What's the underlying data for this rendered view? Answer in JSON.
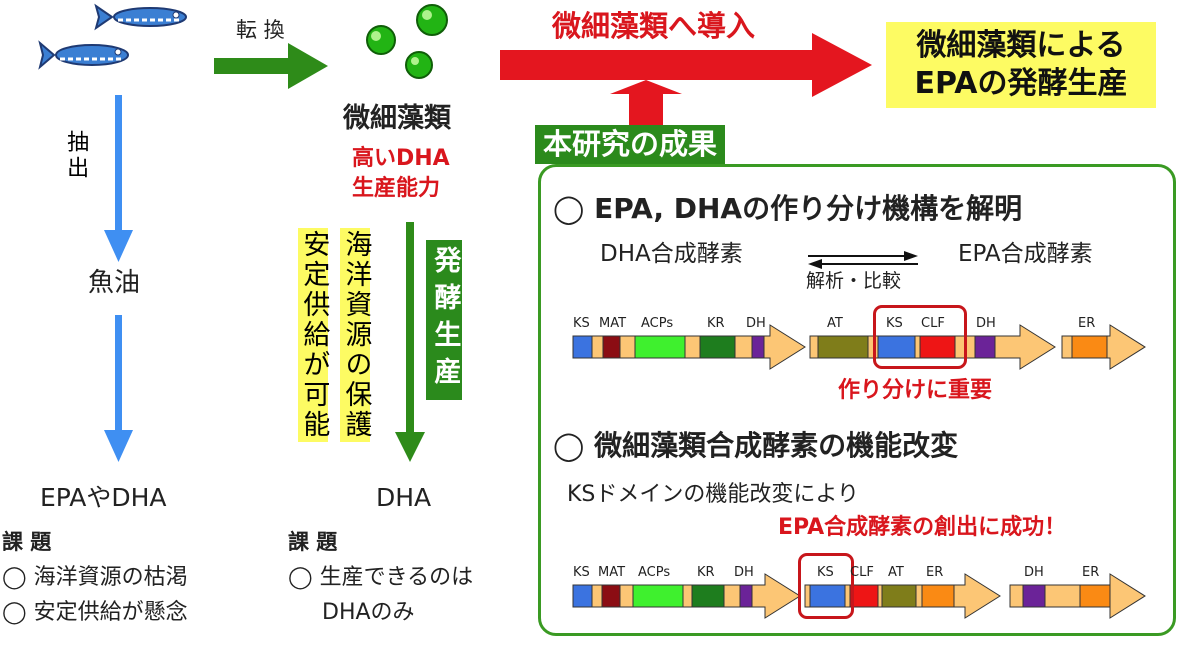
{
  "colors": {
    "green_arrow": "#2e8b19",
    "blue_arrow": "#3f8ff2",
    "red_arrow": "#e4161f",
    "yellow": "#fdfb63",
    "result_green": "#2b8a1c",
    "domain_orange": "#fcc675",
    "KS": "#3b73e0",
    "MAT": "#8b0d13",
    "ACPs": "#3ff02e",
    "KR": "#1e7d1e",
    "DH": "#6b2398",
    "AT": "#7f7d1a",
    "CLF": "#ee1515",
    "ER": "#fa8a14",
    "highlight": "#c7161b"
  },
  "left": {
    "extract_label": "抽出",
    "fish_oil": "魚油",
    "epa_dha": "EPAやDHA",
    "issues_title": "課 題",
    "issues": [
      "◯ 海洋資源の枯渇",
      "◯ 安定供給が懸念"
    ]
  },
  "middle": {
    "convert_label": "転 換",
    "microalgae": "微細藻類",
    "high_dha_1": "高いDHA",
    "high_dha_2": "生産能力",
    "conservation": "海洋資源の保護",
    "stable_supply": "安定供給が可能",
    "fermentation": "発酵生産",
    "dha": "DHA",
    "issues_title": "課 題",
    "issues": [
      "◯ 生産できるのは",
      "DHAのみ"
    ]
  },
  "top": {
    "introduce_label": "微細藻類へ導入",
    "goal_line1": "微細藻類による",
    "goal_line2": "EPAの発酵生産"
  },
  "result": {
    "header": "本研究の成果",
    "point1": "◯ EPA, DHAの作り分け機構を解明",
    "dha_enzyme": "DHA合成酵素",
    "epa_enzyme": "EPA合成酵素",
    "analysis": "解析・比較",
    "important": "作り分けに重要",
    "point2": "◯ 微細藻類合成酵素の機能改変",
    "ks_modify": "KSドメインの機能改変により",
    "success": "EPA合成酵素の創出に成功！"
  },
  "gene1": {
    "labels": [
      "KS",
      "MAT",
      "ACPs",
      "KR",
      "DH",
      "AT",
      "KS",
      "CLF",
      "DH",
      "ER"
    ]
  },
  "gene2": {
    "labels": [
      "KS",
      "MAT",
      "ACPs",
      "KR",
      "DH",
      "KS",
      "CLF",
      "AT",
      "ER",
      "DH",
      "ER"
    ]
  }
}
